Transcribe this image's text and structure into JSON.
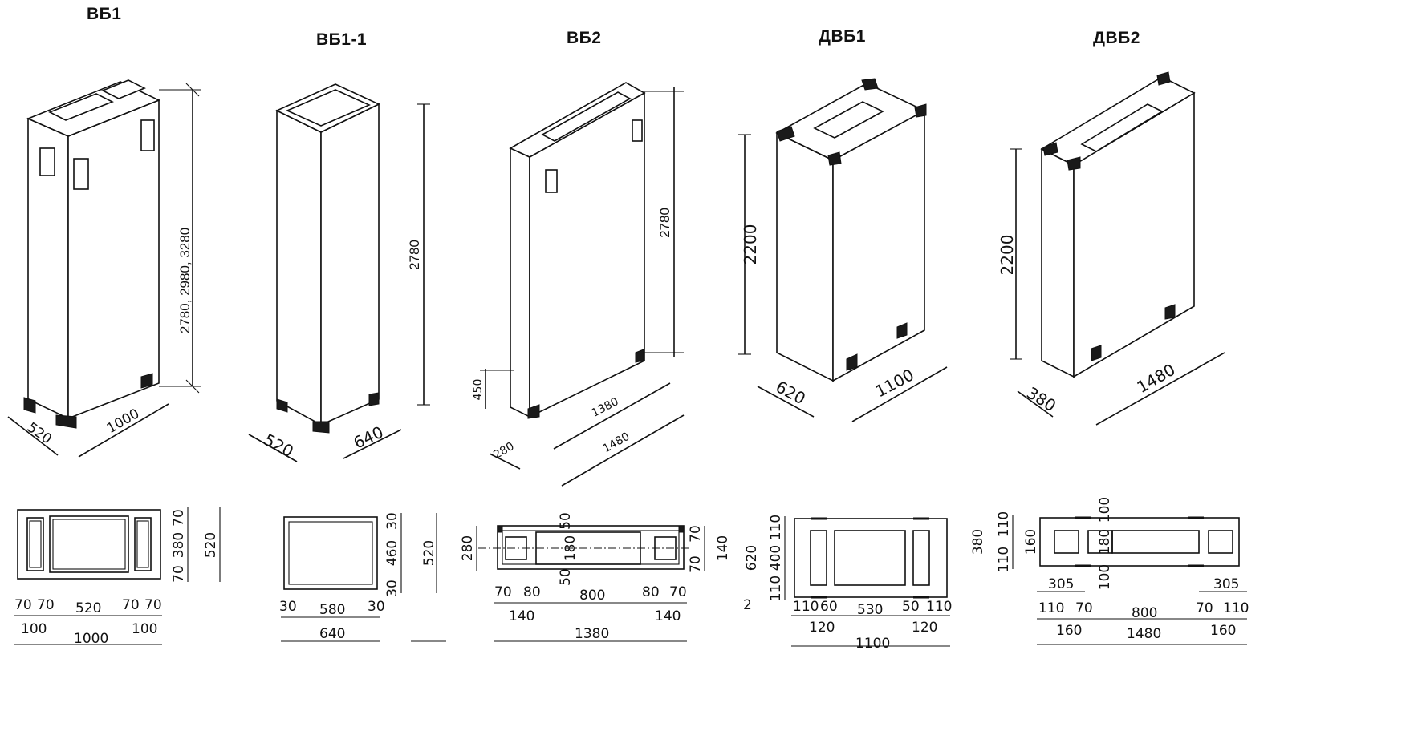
{
  "blocks": [
    {
      "title": "ВБ1",
      "iso": {
        "height": "2780, 2980, 3280",
        "width": "1000",
        "depth": "520"
      },
      "plan": {
        "right_dims": [
          "70",
          "380",
          "70"
        ],
        "right_total": "520",
        "top_row": [
          "70",
          "70",
          "520",
          "70",
          "70"
        ],
        "mid_row": [
          "100",
          "100"
        ],
        "total": "1000"
      }
    },
    {
      "title": "ВБ1-1",
      "iso": {
        "height": "2780",
        "width": "640",
        "depth": "520"
      },
      "plan": {
        "right_dims": [
          "30",
          "460",
          "30"
        ],
        "right_total": "520",
        "top_row": [
          "30",
          "580",
          "30"
        ],
        "total": "640"
      }
    },
    {
      "title": "ВБ2",
      "iso": {
        "height": "2780",
        "step": "450",
        "depth": "280",
        "width_inner": "1380",
        "width": "1480"
      },
      "plan": {
        "left": "280",
        "inner_vert": [
          "50",
          "180",
          "50"
        ],
        "right_dims": [
          "70",
          "140",
          "70"
        ],
        "top_row": [
          "70",
          "80",
          "800",
          "80",
          "70"
        ],
        "mid_row": [
          "140",
          "140"
        ],
        "total": "1380"
      }
    },
    {
      "title": "ДВБ1",
      "iso": {
        "height": "2200",
        "depth": "620",
        "width": "1100"
      },
      "plan": {
        "left_dims": [
          "110",
          "400",
          "110"
        ],
        "left_total": "620",
        "mark": "2",
        "top_row": [
          "110",
          "60",
          "530",
          "50",
          "110"
        ],
        "mid_row": [
          "120",
          "120"
        ],
        "total": "1100"
      }
    },
    {
      "title": "ДВБ2",
      "iso": {
        "height": "2200",
        "depth": "380",
        "width": "1480"
      },
      "plan": {
        "left_dims": [
          "110",
          "160",
          "110"
        ],
        "left_total": "380",
        "inner_vert": [
          "100",
          "180",
          "100"
        ],
        "side": [
          "305",
          "305"
        ],
        "top_row": [
          "110",
          "70",
          "800",
          "70",
          "110"
        ],
        "mid_row": [
          "160",
          "1480",
          "160"
        ]
      }
    }
  ]
}
